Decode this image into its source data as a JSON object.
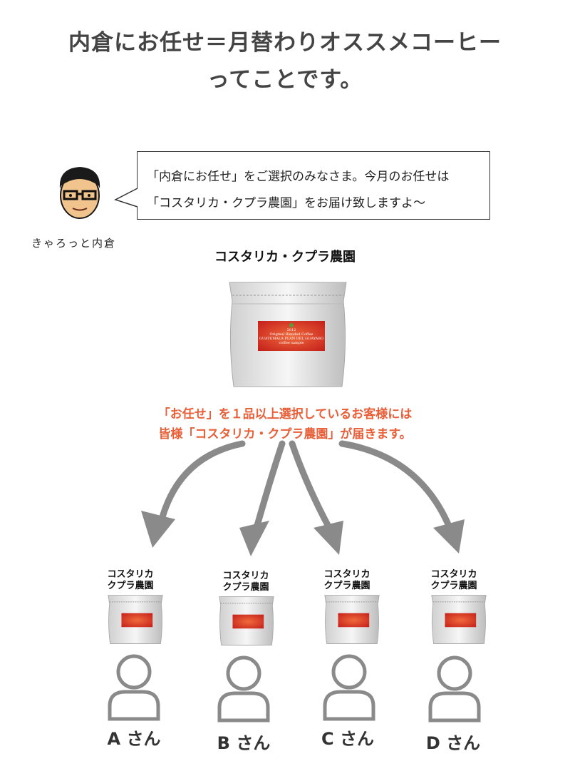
{
  "title": {
    "line1": "内倉にお任せ＝月替わりオススメコーヒー",
    "line2": "ってことです。"
  },
  "speech": {
    "line1": "「内倉にお任せ」をご選択のみなさま。今月のお任せは",
    "line2": "「コスタリカ・クプラ農園」をお届け致しますよ～",
    "speaker_caption": "きゃろっと内倉"
  },
  "product": {
    "title": "コスタリカ・クプラ農園",
    "label_lines": [
      "2012",
      "Original Blended Coffee",
      "GUATEMALA PLAN DEL GUAYABO",
      "coffee sample"
    ]
  },
  "notice": {
    "line1": "「お任せ」を１品以上選択しているお客様には",
    "line2": "皆様「コスタリカ・クプラ農園」が届きます。"
  },
  "recipients": [
    {
      "label_line1": "コスタリカ",
      "label_line2": "クプラ農園",
      "name": "A さん"
    },
    {
      "label_line1": "コスタリカ",
      "label_line2": "クプラ農園",
      "name": "B さん"
    },
    {
      "label_line1": "コスタリカ",
      "label_line2": "クプラ農園",
      "name": "C さん"
    },
    {
      "label_line1": "コスタリカ",
      "label_line2": "クプラ農園",
      "name": "D さん"
    }
  ],
  "colors": {
    "notice": "#e8603a",
    "arrow": "#8a8a8a",
    "label_red": "#d8281e"
  }
}
